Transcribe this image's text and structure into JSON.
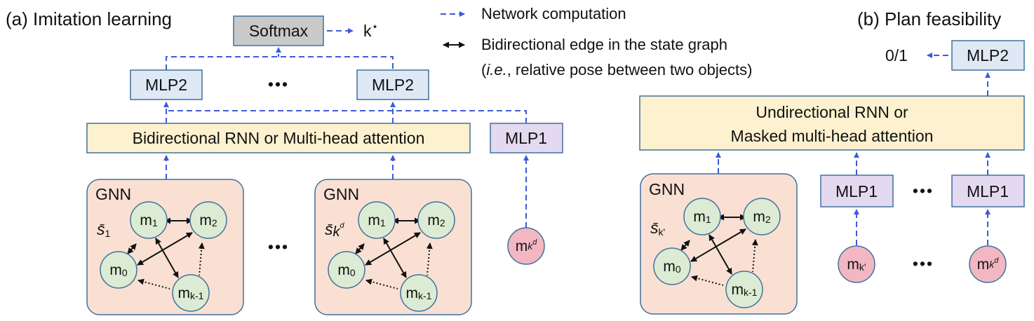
{
  "titles": {
    "a": "(a) Imitation learning",
    "b": "(b) Plan feasibility"
  },
  "legend": {
    "network": "Network computation",
    "bidir": "Bidirectional edge in the state graph",
    "bidir_note_italic": "i.e.",
    "bidir_note_rest": ", relative pose between two objects)",
    "bidir_note_open": "("
  },
  "a": {
    "softmax": "Softmax",
    "kstar": "k",
    "star": "⋆",
    "mlp2": "MLP2",
    "dots": "•••",
    "rnn": "Bidirectional RNN or Multi-head attention",
    "mlp1": "MLP1",
    "gnn": "GNN",
    "s1": "s̄",
    "s1_sub": "1",
    "skd": "s̄",
    "skd_mid": "k",
    "skd_sup": "d",
    "mk": "m",
    "mk_sub": "k",
    "mk_sup": "d"
  },
  "b": {
    "out": "0/1",
    "mlp2": "MLP2",
    "rnn_line1": "Undirectional RNN or",
    "rnn_line2": "Masked multi-head attention",
    "mlp1": "MLP1",
    "dots": "•••",
    "gnn": "GNN",
    "sk": "s̄",
    "sk_sub": "k'",
    "mk1": "m",
    "mk1_sub": "k'",
    "mkd": "m",
    "mkd_sub": "k",
    "mkd_sup": "d"
  },
  "gnn_nodes": {
    "m": "m",
    "n0": "0",
    "n1": "1",
    "n2": "2",
    "nk": "k-1"
  },
  "colors": {
    "blue": "#3b5bdb",
    "box_blue_fill": "#dfe8f5",
    "box_border": "#41719c",
    "rnn_fill": "#fdf1cf",
    "mlp1_fill": "#e3d9f0",
    "softmax_fill": "#c9c9c9",
    "gnn_fill": "#f9e0d3",
    "node_fill": "#dcebd3",
    "pink_fill": "#f2b7c3"
  }
}
